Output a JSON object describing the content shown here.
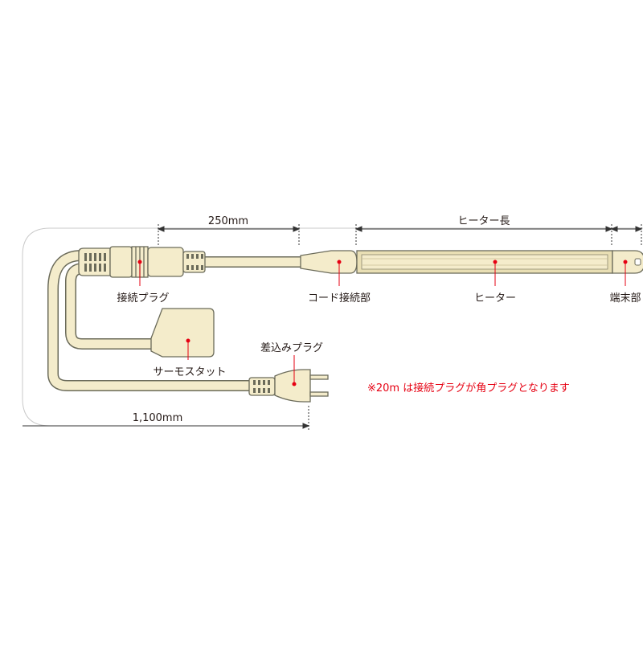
{
  "dimensions": {
    "cord_length": "250mm",
    "heater_length": "ヒーター長",
    "total_length": "1,100mm"
  },
  "labels": {
    "connection_plug": "接続プラグ",
    "cord_joint": "コード接続部",
    "heater": "ヒーター",
    "terminal": "端末部",
    "thermostat": "サーモスタット",
    "power_plug": "差込みプラグ"
  },
  "note": "※20m は接続プラグが角プラグとなります",
  "colors": {
    "cable_fill": "#f4eccb",
    "outline": "#6b6b5a",
    "marker": "#e60012",
    "note_text": "#e60012",
    "dimension_line": "#333333",
    "boundary": "#c9c9c9"
  }
}
